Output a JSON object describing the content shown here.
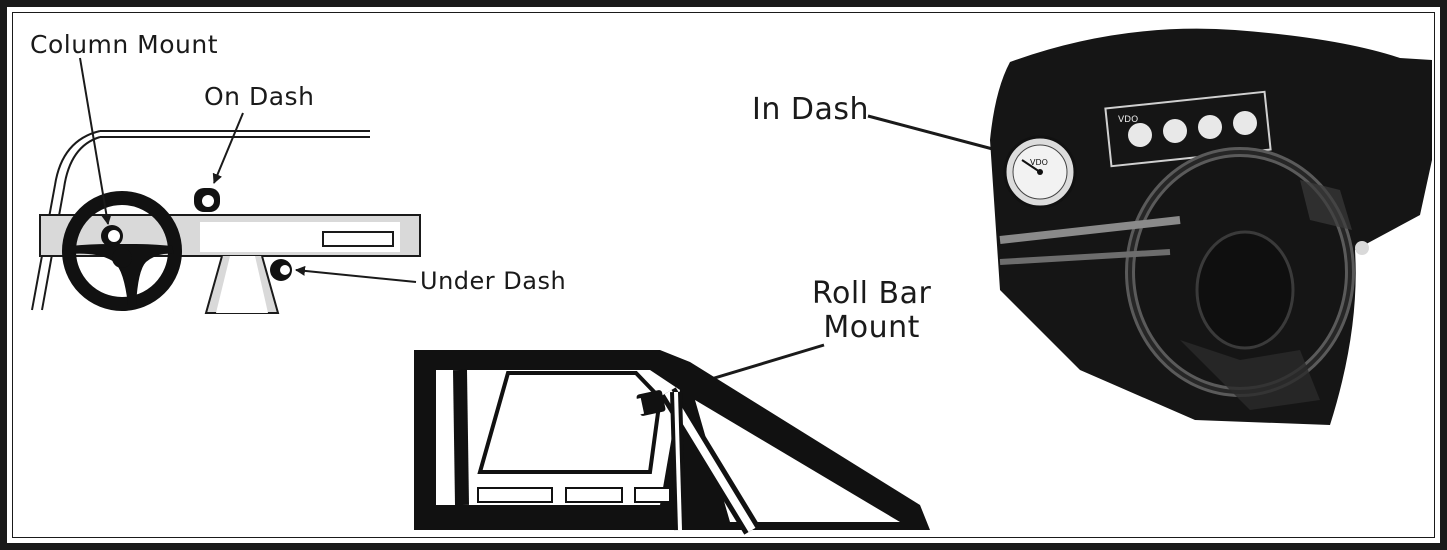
{
  "labels": {
    "column_mount": "Column Mount",
    "on_dash": "On Dash",
    "under_dash": "Under Dash",
    "in_dash": "In Dash",
    "roll_bar_line1": "Roll Bar",
    "roll_bar_line2": "Mount"
  },
  "gauge_brand": "VDO",
  "colors": {
    "ink": "#1a1a1a",
    "dash_fill": "#d9d9d9",
    "background": "#ffffff"
  }
}
